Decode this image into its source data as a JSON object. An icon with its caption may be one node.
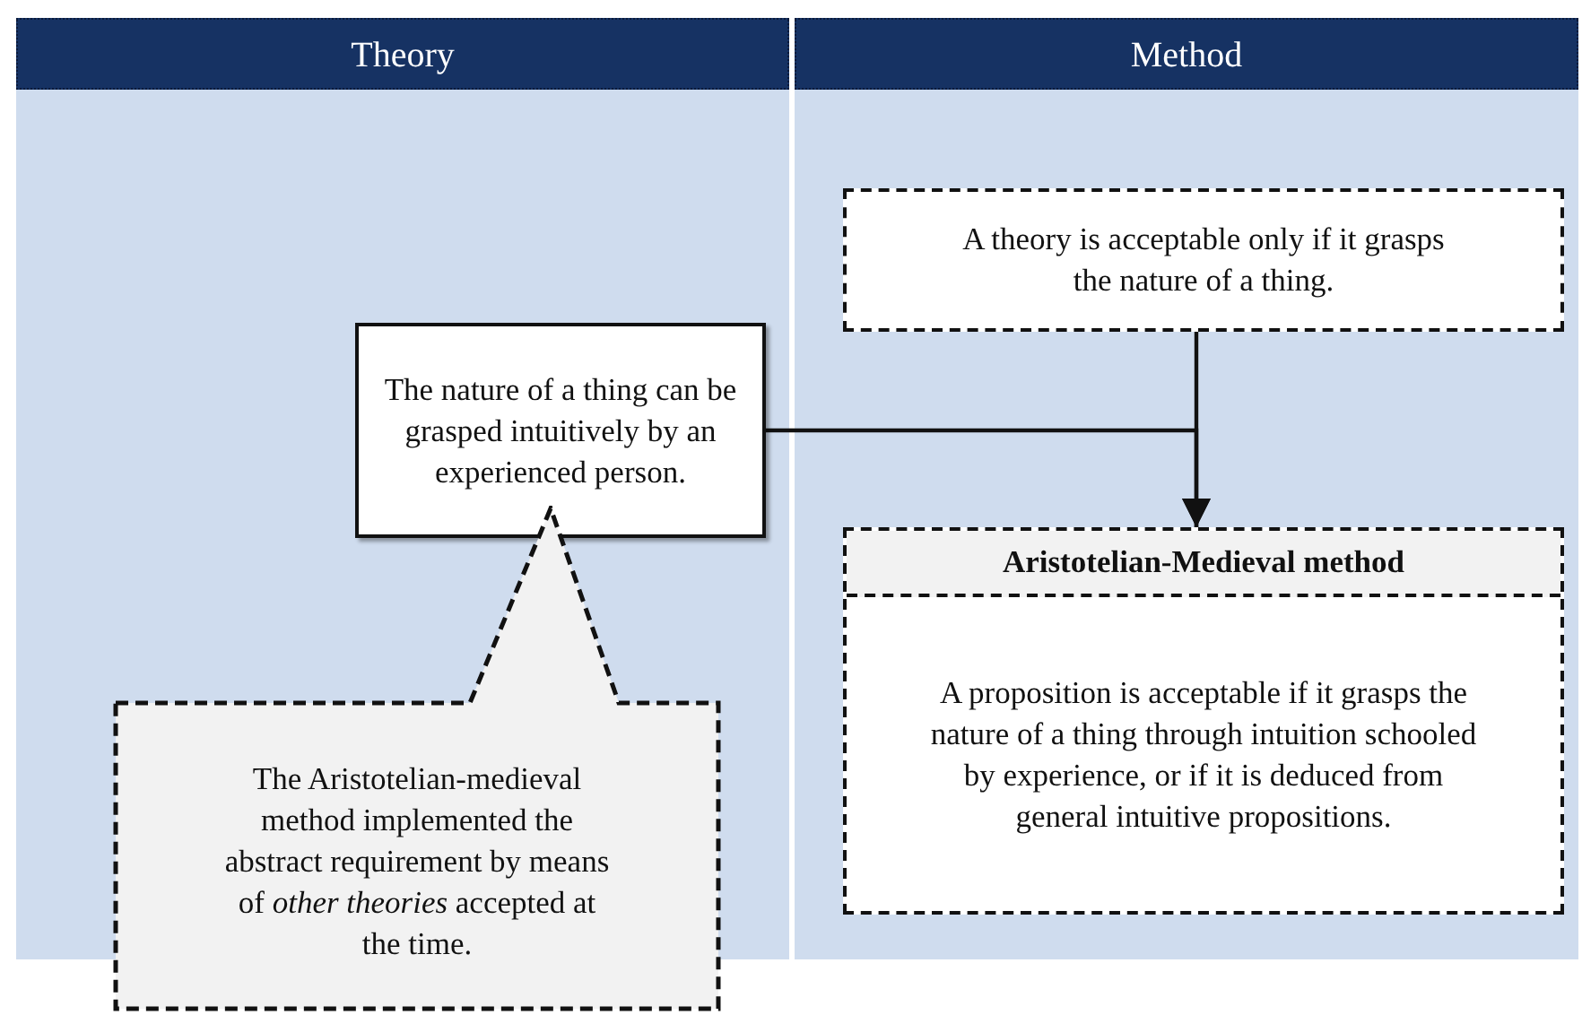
{
  "diagram": {
    "nodes": [
      {
        "text": [
          "Theory"
        ]
      },
      {
        "text": [
          "Method"
        ]
      },
      {
        "text": [
          "A theory is acceptable only if it grasps the nature of a thing."
        ],
        "in": 1
      },
      {
        "text": [
          "The nature of a thing can be grasped intuitively by an experienced person."
        ],
        "in": 0
      },
      {
        "text": [
          "Aristotelian-Medieval method",
          "A proposition is acceptable if it grasps the nature of a thing through intuition schooled by experience, or if it is deduced from general intuitive propositions."
        ],
        "in": 1
      },
      {
        "text": [
          "The Aristotelian-medieval method implemented the abstract requirement by means of *other theories* accepted at the time."
        ]
      }
    ],
    "edges": [
      {
        "from": 3,
        "to": 4,
        "arrow": "to"
      },
      {
        "from": 2,
        "to": 4,
        "arrow": "to"
      }
    ]
  }
}
